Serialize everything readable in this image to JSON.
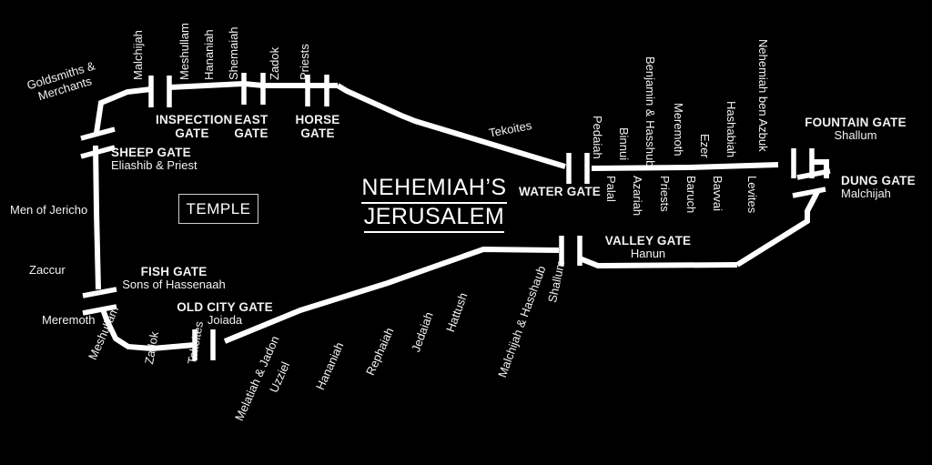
{
  "diagram": {
    "title_line1": "NEHEMIAH’S",
    "title_line2": "JERUSALEM",
    "temple_label": "TEMPLE",
    "background_color": "#000000",
    "wall_color": "#ffffff",
    "text_color": "#f2f2f2"
  },
  "gates": [
    {
      "name": "SHEEP GATE",
      "builder": "Eliashib & Priest"
    },
    {
      "name": "INSPECTION\nGATE",
      "name_line1": "INSPECTION",
      "name_line2": "GATE",
      "builder": ""
    },
    {
      "name": "EAST\nGATE",
      "name_line1": "EAST",
      "name_line2": "GATE",
      "builder": ""
    },
    {
      "name": "HORSE\nGATE",
      "name_line1": "HORSE",
      "name_line2": "GATE",
      "builder": ""
    },
    {
      "name": "WATER GATE",
      "builder": ""
    },
    {
      "name": "FOUNTAIN GATE",
      "builder": "Shallum"
    },
    {
      "name": "DUNG GATE",
      "builder": "Malchijah"
    },
    {
      "name": "VALLEY GATE",
      "builder": "Hanun"
    },
    {
      "name": "OLD CITY GATE",
      "builder": "Joiada"
    },
    {
      "name": "FISH GATE",
      "builder": "Sons of Hassenaah"
    }
  ],
  "builders": {
    "northwest": [
      "Goldsmiths &",
      "Merchants"
    ],
    "north": [
      "Malchijah",
      "Meshullam",
      "Hananiah",
      "Shemaiah",
      "Zadok",
      "Priests"
    ],
    "northeast_diagonal": [
      "Tekoites"
    ],
    "east_above": [
      "Pedaiah",
      "Binnui",
      "Benjamin & Hasshub",
      "Meremoth",
      "Ezer",
      "Hashabiah",
      "Nehemiah ben Azbuk"
    ],
    "east_below": [
      "Palal",
      "Azariah",
      "Priests",
      "Baruch",
      "Bavvai",
      "Levites"
    ],
    "west": [
      "Men of Jericho",
      "Zaccur",
      "Meremoth"
    ],
    "south": [
      "Meshullam",
      "Zadok",
      "Tekoites",
      "Melatiah & Jadon",
      "Uzziel",
      "Hananiah",
      "Rephaiah",
      "Jedaiah",
      "Hattush",
      "Malchijah & Hasshaub",
      "Shallum"
    ]
  }
}
